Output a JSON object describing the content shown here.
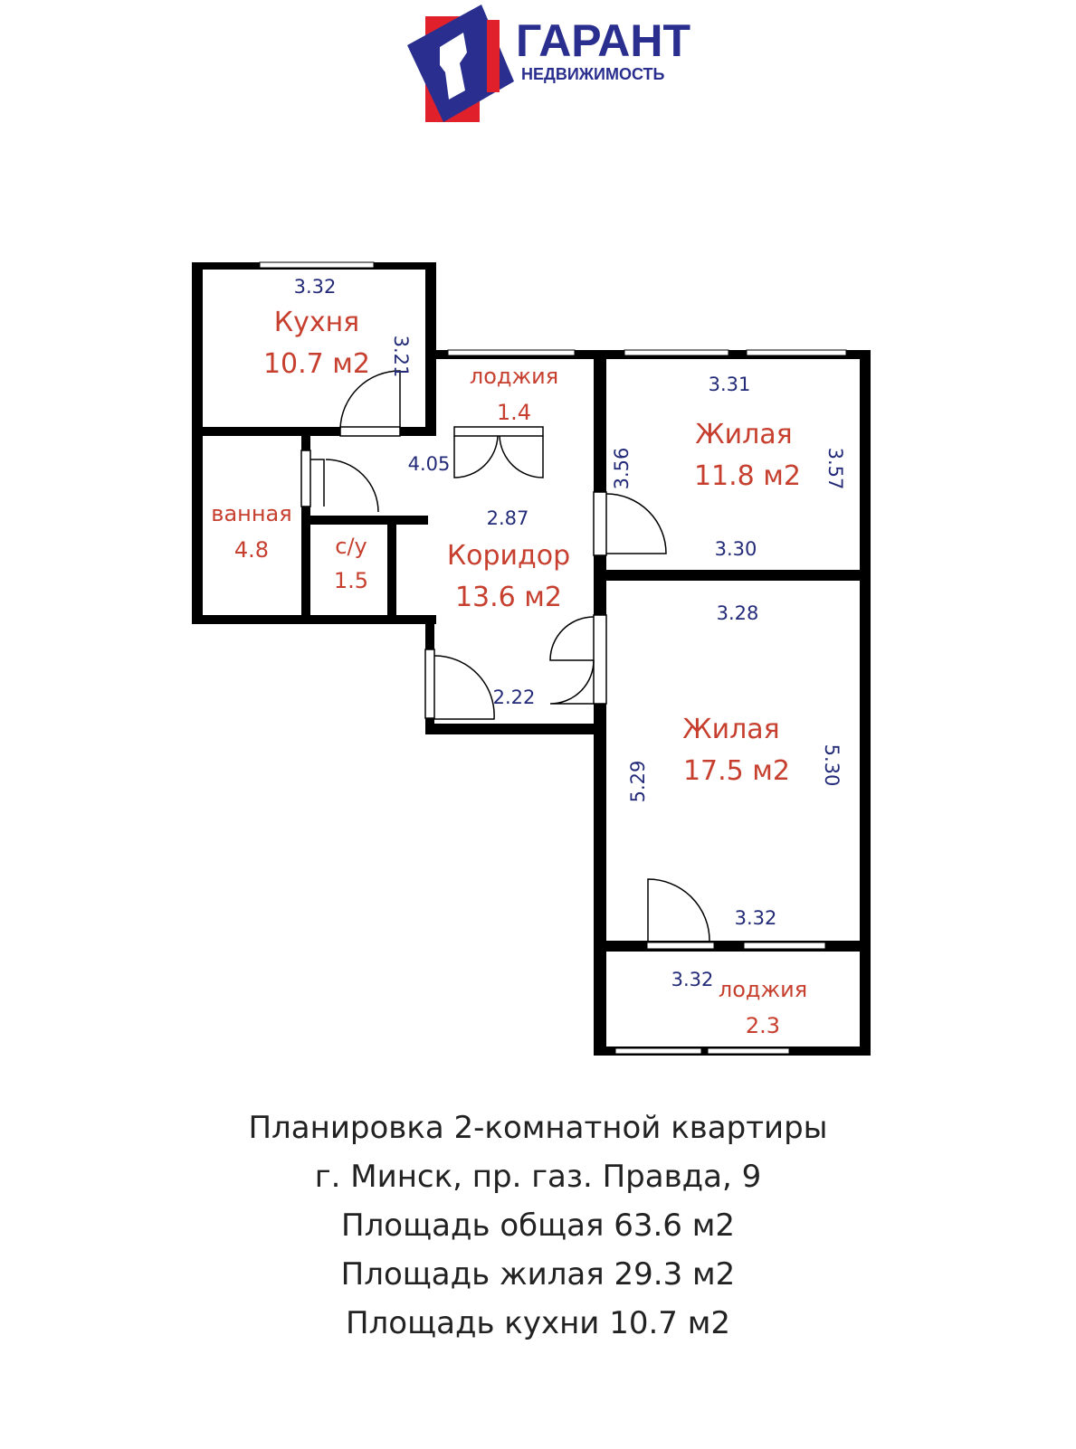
{
  "brand": {
    "name": "ГАРАНТ",
    "sub": "НЕДВИЖИМОСТЬ",
    "colors": {
      "blue": "#2a2f8f",
      "red": "#e0212b"
    }
  },
  "rooms": {
    "kitchen": {
      "name": "Кухня",
      "area": "10.7 м2"
    },
    "loggia_top": {
      "name": "лоджия",
      "area": "1.4"
    },
    "living_small": {
      "name": "Жилая",
      "area": "11.8 м2"
    },
    "bathroom": {
      "name": "ванная",
      "area": "4.8"
    },
    "wc": {
      "name": "с/у",
      "area": "1.5"
    },
    "corridor": {
      "name": "Коридор",
      "area": "13.6 м2"
    },
    "living_large": {
      "name": "Жилая",
      "area": "17.5 м2"
    },
    "loggia_bottom": {
      "name": "лоджия",
      "area": "2.3"
    }
  },
  "dims": {
    "kitchen_w": "3.32",
    "kitchen_h": "3.21",
    "corridor_top": "4.05",
    "corridor_mid": "2.87",
    "corridor_bottom": "2.22",
    "small_top": "3.31",
    "small_left": "3.56",
    "small_right": "3.57",
    "small_bottom": "3.30",
    "large_top": "3.28",
    "large_left": "5.29",
    "large_right": "5.30",
    "large_bottom": "3.32",
    "loggia_bottom_w": "3.32"
  },
  "caption": {
    "line1": "Планировка 2-комнатной квартиры",
    "line2": "г. Минск, пр. газ. Правда, 9",
    "line3": "Площадь общая 63.6 м2",
    "line4": "Площадь жилая 29.3 м2",
    "line5": "Площадь кухни 10.7 м2"
  },
  "colors": {
    "wall": "#000000",
    "label": "#c7402f",
    "dimension": "#232b79"
  }
}
